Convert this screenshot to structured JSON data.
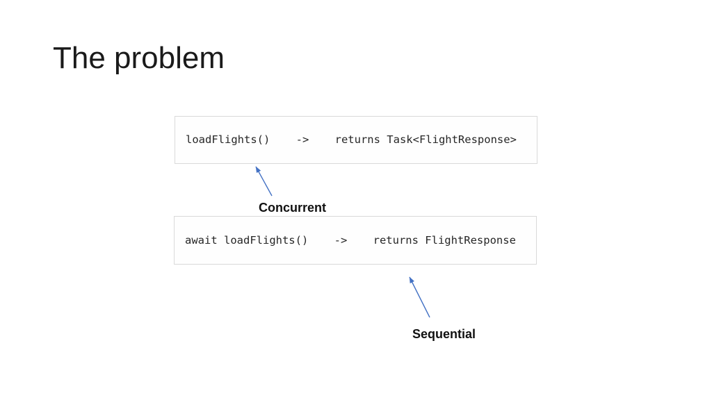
{
  "title": "The problem",
  "code_box_concurrent": {
    "code": "loadFlights()    ->    returns Task<FlightResponse>"
  },
  "code_box_sequential": {
    "code": "await loadFlights()    ->    returns FlightResponse"
  },
  "annotations": {
    "concurrent": "Concurrent",
    "sequential": "Sequential"
  },
  "colors": {
    "arrow-blue": "#4472c4",
    "box-border": "#d9d9d9",
    "code-text": "#262626",
    "title-text": "#1a1a1a",
    "slide-bg": "#ffffff"
  }
}
